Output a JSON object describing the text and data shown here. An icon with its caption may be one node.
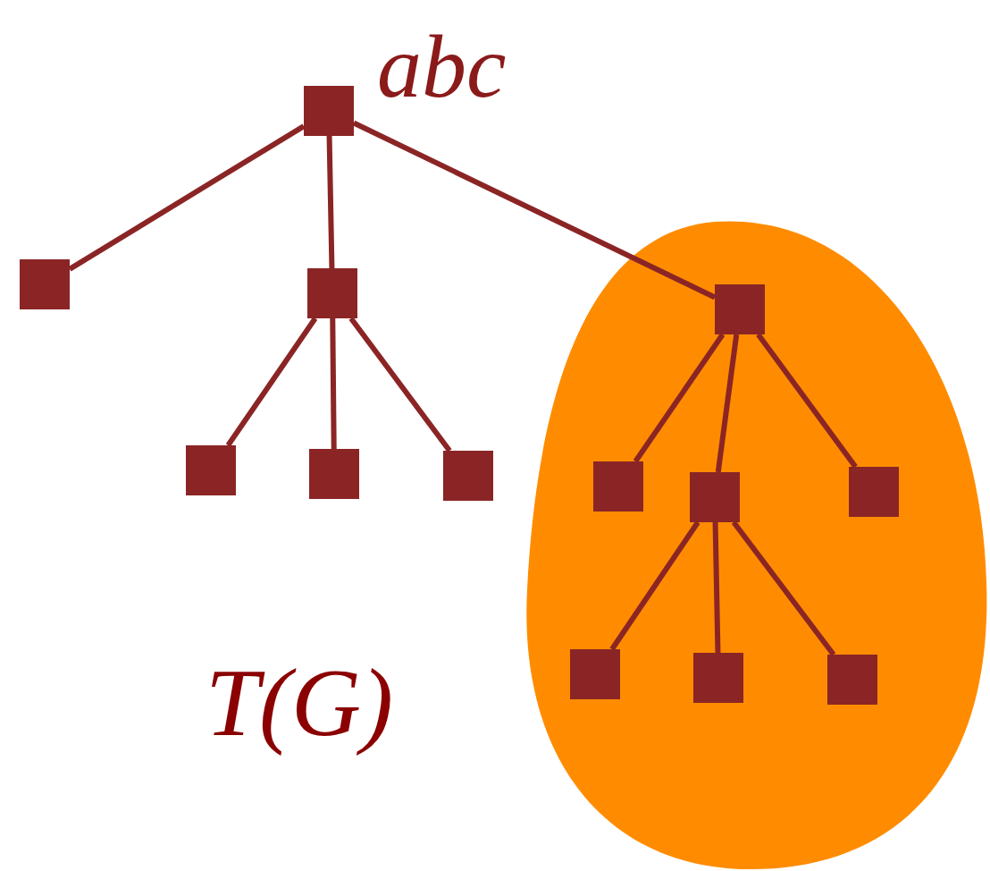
{
  "diagram": {
    "nodes": [
      {
        "text": [],
        "shape": "box",
        "beside": [
          "abc"
        ]
      },
      {
        "text": [],
        "shape": "box"
      },
      {
        "text": [],
        "shape": "box"
      },
      {
        "text": [],
        "shape": "box"
      },
      {
        "text": [],
        "shape": "box"
      },
      {
        "text": [],
        "shape": "box"
      },
      {
        "text": [],
        "shape": "box"
      },
      {
        "text": [],
        "shape": "box"
      },
      {
        "text": [],
        "shape": "box"
      },
      {
        "text": [],
        "shape": "box"
      },
      {
        "text": [],
        "shape": "box"
      },
      {
        "text": [],
        "shape": "box"
      },
      {
        "text": [],
        "shape": "box"
      }
    ],
    "edges": [
      {
        "from": 0,
        "to": 1,
        "arrow": "none"
      },
      {
        "from": 0,
        "to": 2,
        "arrow": "none"
      },
      {
        "from": 0,
        "to": 3,
        "arrow": "none"
      },
      {
        "from": 2,
        "to": 4,
        "arrow": "none"
      },
      {
        "from": 2,
        "to": 5,
        "arrow": "none"
      },
      {
        "from": 2,
        "to": 6,
        "arrow": "none"
      },
      {
        "from": 3,
        "to": 7,
        "arrow": "none"
      },
      {
        "from": 3,
        "to": 8,
        "arrow": "none"
      },
      {
        "from": 3,
        "to": 9,
        "arrow": "none"
      },
      {
        "from": 8,
        "to": 10,
        "arrow": "none"
      },
      {
        "from": 8,
        "to": 11,
        "arrow": "none"
      },
      {
        "from": 8,
        "to": 12,
        "arrow": "none"
      }
    ],
    "labels": [
      "T(G)"
    ]
  }
}
